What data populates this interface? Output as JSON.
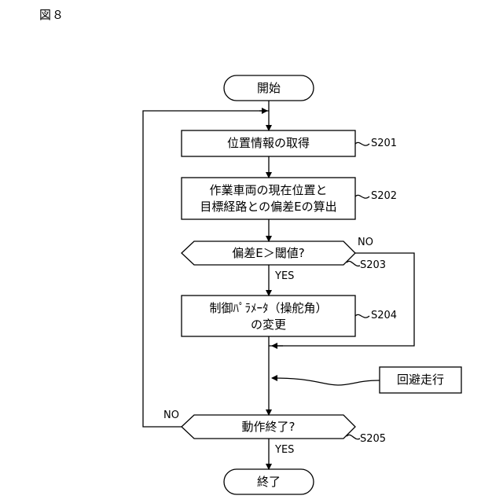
{
  "figure_label": "図８",
  "nodes": {
    "start": "開始",
    "s201": "位置情報の取得",
    "s202_line1": "作業車両の現在位置と",
    "s202_line2": "目標経路との偏差Eの算出",
    "s203": "偏差E＞閾値?",
    "s204_line1": "制御ﾊﾟﾗﾒｰﾀ（操舵角）",
    "s204_line2": "の変更",
    "avoid": "回避走行",
    "s205": "動作終了?",
    "end": "終了"
  },
  "step_labels": {
    "s201": "S201",
    "s202": "S202",
    "s203": "S203",
    "s204": "S204",
    "s205": "S205"
  },
  "branch_labels": {
    "s203_no": "NO",
    "s203_yes": "YES",
    "s205_no": "NO",
    "s205_yes": "YES"
  }
}
